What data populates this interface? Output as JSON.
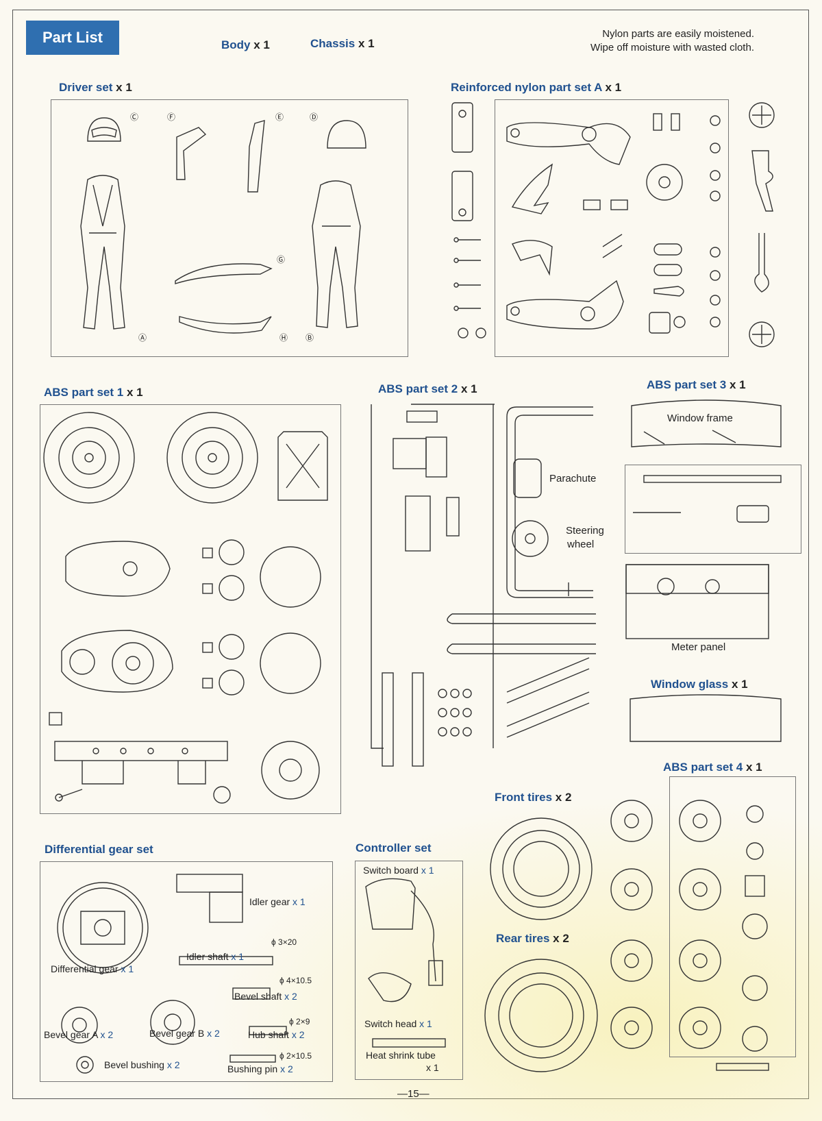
{
  "title": "Part List",
  "body_label": "Body",
  "chassis_label": "Chassis",
  "qty_1": "x 1",
  "qty_2": "x 2",
  "note": {
    "line1": "Nylon parts are easily moistened.",
    "line2": "Wipe off moisture with wasted cloth."
  },
  "sets": {
    "driver": "Driver set",
    "nylon_a": "Reinforced nylon part set A",
    "abs1": "ABS part set 1",
    "abs2": "ABS part set 2",
    "abs3": "ABS part set 3",
    "window_glass": "Window glass",
    "abs4": "ABS part set 4",
    "front_tires": "Front tires",
    "rear_tires": "Rear tires",
    "differential": "Differential gear set",
    "controller": "Controller set"
  },
  "abs2_labels": {
    "parachute": "Parachute",
    "steering1": "Steering",
    "steering2": "wheel"
  },
  "abs3_labels": {
    "window_frame": "Window frame",
    "meter_panel": "Meter panel"
  },
  "diff_items": {
    "idler_gear": "Idler gear",
    "idler_shaft": "Idler shaft",
    "idler_shaft_dim": "ϕ 3×20",
    "differential_gear": "Differential gear",
    "bevel_shaft": "Bevel shaft",
    "bevel_shaft_dim": "ϕ 4×10.5",
    "bevel_gear_a": "Bevel gear A",
    "bevel_gear_b": "Bevel gear B",
    "hub_shaft": "Hub shaft",
    "hub_shaft_dim": "ϕ 2×9",
    "bevel_bushing": "Bevel bushing",
    "bushing_pin": "Bushing pin",
    "bushing_pin_dim": "ϕ 2×10.5"
  },
  "controller_items": {
    "switch_board": "Switch board",
    "switch_head": "Switch head",
    "heat_shrink": "Heat shrink tube"
  },
  "page_number": "—15—"
}
